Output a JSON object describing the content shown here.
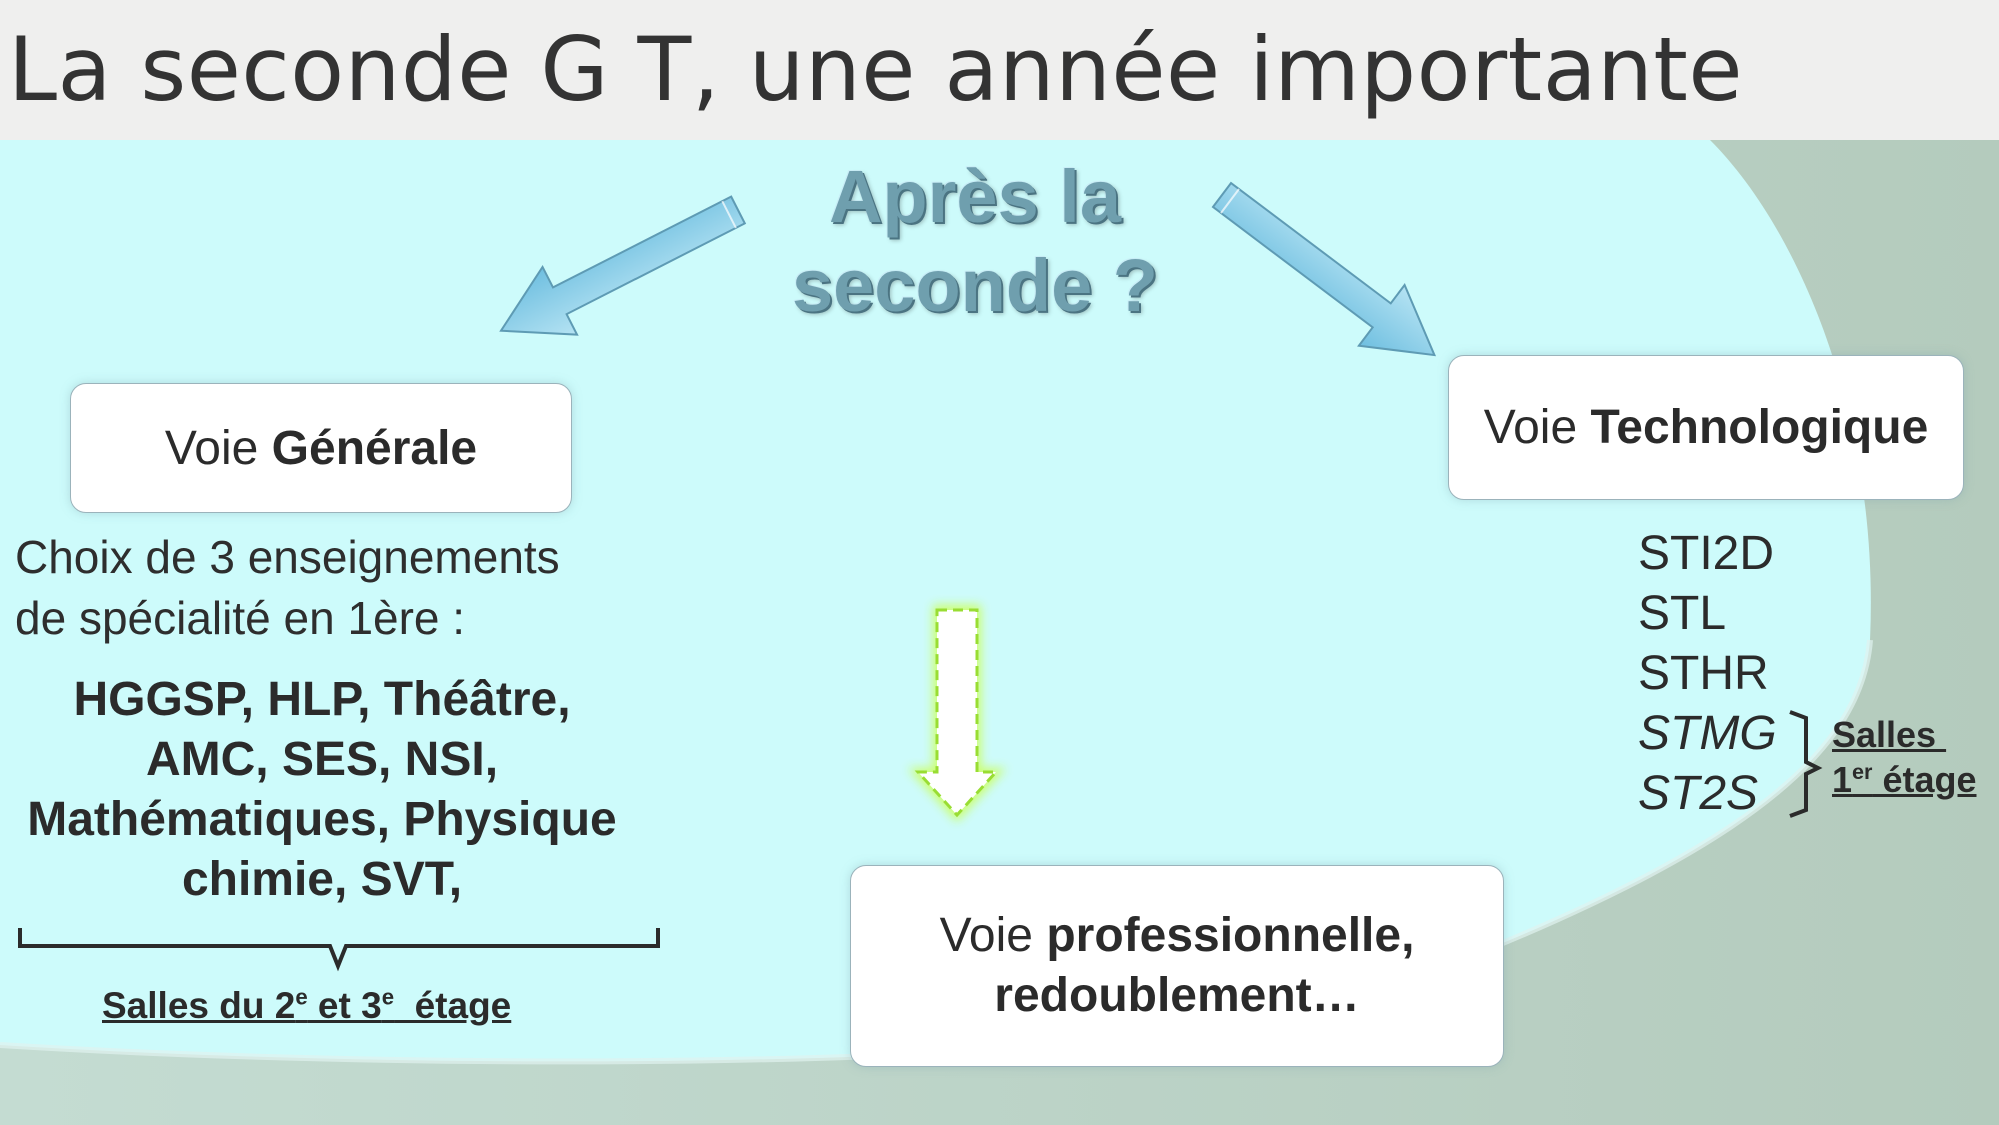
{
  "slide": {
    "title": "La seconde G T, une année importante",
    "question": [
      "Après la",
      "seconde ?"
    ]
  },
  "voie_generale": {
    "label_normal": "Voie ",
    "label_bold": "Générale",
    "choix_line1": "Choix de 3 enseignements",
    "choix_line2": "de spécialité en 1ère :",
    "specialites": [
      "HGGSP, HLP, Théâtre,",
      "AMC, SES, NSI,",
      "Mathématiques, Physique",
      "chimie, SVT,"
    ],
    "salles_prefix": "Salles du 2",
    "salles_sup1": "e",
    "salles_mid": " et 3",
    "salles_sup2": "e",
    "salles_suffix": "  étage"
  },
  "voie_technologique": {
    "label_normal": "Voie ",
    "label_bold": "Technologique",
    "filieres": [
      "STI2D",
      "STL",
      "STHR",
      "STMG",
      "ST2S"
    ],
    "salles_line1": "Salles ",
    "salles_num": "1",
    "salles_sup": "er",
    "salles_suffix": " étage"
  },
  "voie_pro": {
    "label_normal": "Voie ",
    "label_bold_1": "professionnelle,",
    "label_bold_2": "redoublement…"
  },
  "colors": {
    "background_cyan": "#ccfcfc",
    "title_bar": "#efefee",
    "arrow_blue": "#8ecfe8",
    "arrow_green": "#ccff66",
    "text_dark": "#2b2b2b"
  }
}
